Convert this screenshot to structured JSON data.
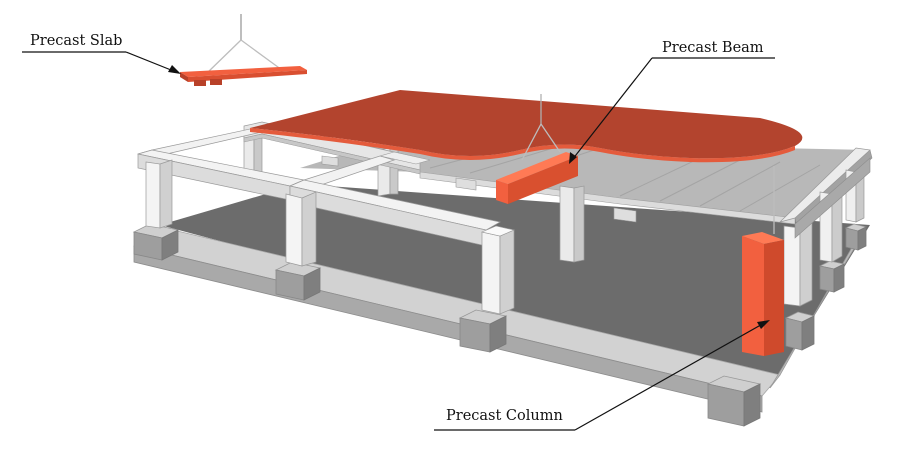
{
  "labels": {
    "slab": "Precast Slab",
    "beam": "Precast Beam",
    "column": "Precast Column"
  },
  "colors": {
    "precast_element": "#f2603f",
    "precast_element_dark": "#b84129",
    "slab_red_top": "#b3442e",
    "ground": "#6c6c6c",
    "structure_light": "#eeeeee",
    "floor_grey": "#b9b9b9"
  },
  "icons": {
    "crane_hook": "crane-hook-icon"
  }
}
